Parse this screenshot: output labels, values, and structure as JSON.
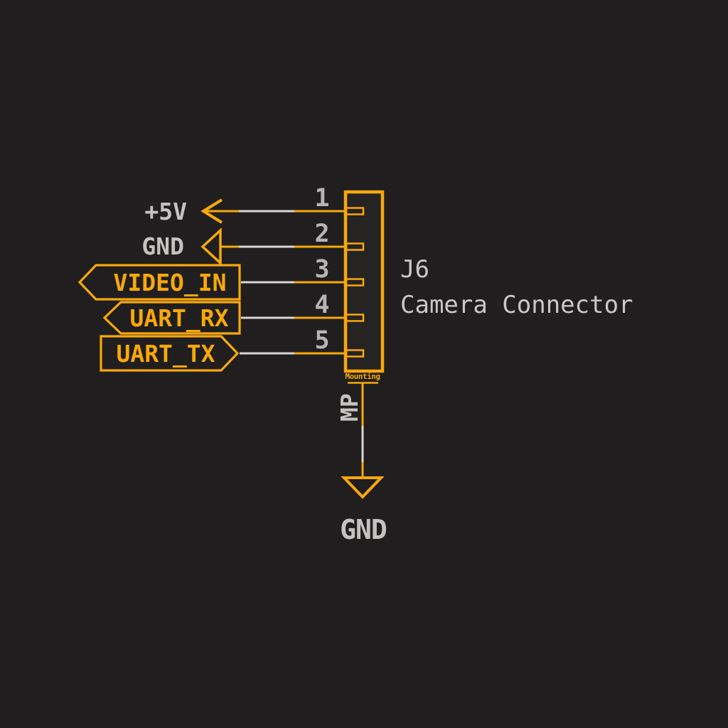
{
  "schematic": {
    "component": {
      "reference": "J6",
      "value": "Camera Connector",
      "pins": [
        {
          "number": "1",
          "net": "+5V"
        },
        {
          "number": "2",
          "net": "GND"
        },
        {
          "number": "3",
          "net": "VIDEO_IN"
        },
        {
          "number": "4",
          "net": "UART_RX"
        },
        {
          "number": "5",
          "net": "UART_TX"
        }
      ],
      "mounting_pin": {
        "name": "Mounting",
        "number": "MP"
      }
    },
    "power_symbol": {
      "label": "GND"
    },
    "colors": {
      "background": "#201E1E",
      "symbol_outline": "#F8A80B",
      "annotation_text": "#C4C3C1",
      "wire": "#D8D7D5"
    }
  }
}
